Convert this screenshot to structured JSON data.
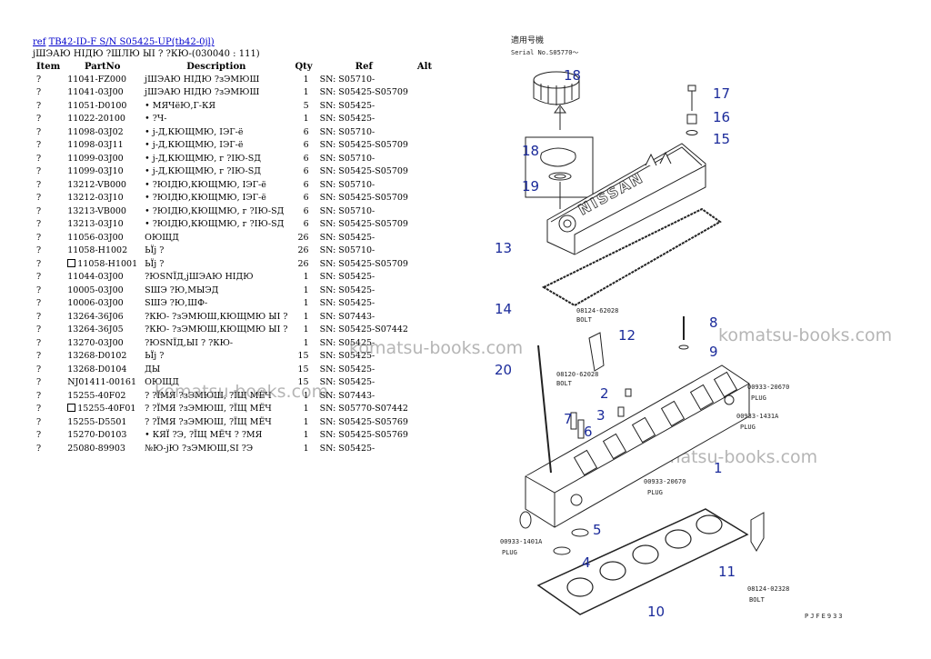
{
  "header": {
    "ref_link": "ref",
    "model_link": "TB42-ID-F S/N S05425-UP(tb42-0jl)",
    "subtitle": "jШЭАЮ НIДЮ ?ШЛЮ ЫI ? ?КЮ-(030040 : 111)"
  },
  "table": {
    "columns": [
      "Item",
      "PartNo",
      "Description",
      "Qty",
      "Ref",
      "Alt"
    ],
    "rows": [
      {
        "item": "?",
        "part": "11041-FZ000",
        "desc": "jШЭАЮ НIДЮ ?зЭМЮШ",
        "qty": "1",
        "ref": "SN: S05710-",
        "box": false
      },
      {
        "item": "?",
        "part": "11041-03J00",
        "desc": "jШЭАЮ НIДЮ ?зЭМЮШ",
        "qty": "1",
        "ref": "SN: S05425-S05709",
        "box": false
      },
      {
        "item": "?",
        "part": "11051-D0100",
        "desc": "• МЯЧёЮ,Г-КЯ",
        "qty": "5",
        "ref": "SN: S05425-",
        "box": false
      },
      {
        "item": "?",
        "part": "11022-20100",
        "desc": "• ?Ч-",
        "qty": "1",
        "ref": "SN: S05425-",
        "box": false
      },
      {
        "item": "?",
        "part": "11098-03J02",
        "desc": "• j-Д,КЮЩМЮ, IЭГ-ё",
        "qty": "6",
        "ref": "SN: S05710-",
        "box": false
      },
      {
        "item": "?",
        "part": "11098-03J11",
        "desc": "• j-Д,КЮЩМЮ, IЭГ-ё",
        "qty": "6",
        "ref": "SN: S05425-S05709",
        "box": false
      },
      {
        "item": "?",
        "part": "11099-03J00",
        "desc": "• j-Д,КЮЩМЮ, г ?IЮ-SД",
        "qty": "6",
        "ref": "SN: S05710-",
        "box": false
      },
      {
        "item": "?",
        "part": "11099-03J10",
        "desc": "• j-Д,КЮЩМЮ, г ?IЮ-SД",
        "qty": "6",
        "ref": "SN: S05425-S05709",
        "box": false
      },
      {
        "item": "?",
        "part": "13212-VB000",
        "desc": "• ?ЮIДЮ,КЮЩМЮ, IЭГ-ё",
        "qty": "6",
        "ref": "SN: S05710-",
        "box": false
      },
      {
        "item": "?",
        "part": "13212-03J10",
        "desc": "• ?ЮIДЮ,КЮЩМЮ, IЭГ-ё",
        "qty": "6",
        "ref": "SN: S05425-S05709",
        "box": false
      },
      {
        "item": "?",
        "part": "13213-VB000",
        "desc": "• ?ЮIДЮ,КЮЩМЮ, г ?IЮ-SД",
        "qty": "6",
        "ref": "SN: S05710-",
        "box": false
      },
      {
        "item": "?",
        "part": "13213-03J10",
        "desc": "• ?ЮIДЮ,КЮЩМЮ, г ?IЮ-SД",
        "qty": "6",
        "ref": "SN: S05425-S05709",
        "box": false
      },
      {
        "item": "?",
        "part": "11056-03J00",
        "desc": "ОЮЩД",
        "qty": "26",
        "ref": "SN: S05425-",
        "box": false
      },
      {
        "item": "?",
        "part": "11058-H1002",
        "desc": "ЬЇj ?",
        "qty": "26",
        "ref": "SN: S05710-",
        "box": false
      },
      {
        "item": "?",
        "part": "11058-H1001",
        "desc": "ЬЇj ?",
        "qty": "26",
        "ref": "SN: S05425-S05709",
        "box": true
      },
      {
        "item": "?",
        "part": "11044-03J00",
        "desc": "?ЮЅNЇД,jШЭАЮ НIДЮ",
        "qty": "1",
        "ref": "SN: S05425-",
        "box": false
      },
      {
        "item": "?",
        "part": "10005-03J00",
        "desc": "ЅШЭ ?Ю,МЫЭД",
        "qty": "1",
        "ref": "SN: S05425-",
        "box": false
      },
      {
        "item": "?",
        "part": "10006-03J00",
        "desc": "ЅШЭ ?Ю,ШФ-",
        "qty": "1",
        "ref": "SN: S05425-",
        "box": false
      },
      {
        "item": "?",
        "part": "13264-36J06",
        "desc": "?КЮ- ?зЭМЮШ,КЮЩМЮ ЫI ?",
        "qty": "1",
        "ref": "SN: S07443-",
        "box": false
      },
      {
        "item": "?",
        "part": "13264-36J05",
        "desc": "?КЮ- ?зЭМЮШ,КЮЩМЮ ЫI ?",
        "qty": "1",
        "ref": "SN: S05425-S07442",
        "box": false
      },
      {
        "item": "?",
        "part": "13270-03J00",
        "desc": "?ЮЅNЇД,ЫI ? ?КЮ-",
        "qty": "1",
        "ref": "SN: S05425-",
        "box": false
      },
      {
        "item": "?",
        "part": "13268-D0102",
        "desc": "ЬЇj ?",
        "qty": "15",
        "ref": "SN: S05425-",
        "box": false
      },
      {
        "item": "?",
        "part": "13268-D0104",
        "desc": "ДЫ",
        "qty": "15",
        "ref": "SN: S05425-",
        "box": false
      },
      {
        "item": "?",
        "part": "NJ01411-00161",
        "desc": "ОЮЩД",
        "qty": "15",
        "ref": "SN: S05425-",
        "box": false
      },
      {
        "item": "?",
        "part": "15255-40F02",
        "desc": "? ?ЇМЯ ?зЭМЮШ, ?ЇЩ МЁЧ",
        "qty": "1",
        "ref": "SN: S07443-",
        "box": false
      },
      {
        "item": "?",
        "part": "15255-40F01",
        "desc": "? ?ЇМЯ ?зЭМЮШ, ?ЇЩ МЁЧ",
        "qty": "1",
        "ref": "SN: S05770-S07442",
        "box": true
      },
      {
        "item": "?",
        "part": "15255-D5501",
        "desc": "? ?ЇМЯ ?зЭМЮШ, ?ЇЩ МЁЧ",
        "qty": "1",
        "ref": "SN: S05425-S05769",
        "box": false
      },
      {
        "item": "?",
        "part": "15270-D0103",
        "desc": "• КЯЇ ?Э, ?ЇЩ МЁЧ ? ?МЯ",
        "qty": "1",
        "ref": "SN: S05425-S05769",
        "box": false
      },
      {
        "item": "?",
        "part": "25080-89903",
        "desc": "№Ю-jЮ ?зЭМЮШ,ЅI ?Э",
        "qty": "1",
        "ref": "SN: S05425-",
        "box": false
      }
    ]
  },
  "watermarks": [
    "komatsu-books.com",
    "komatsu-books.com",
    "komatsu-books.com",
    "komatsu-books.com"
  ],
  "diagram": {
    "header_jp": "適用号機",
    "serial": "Serial No.S05770〜",
    "page_code": "PJFE933",
    "brand": "NISSAN",
    "callouts": [
      "18",
      "18",
      "19",
      "17",
      "16",
      "15",
      "13",
      "14",
      "12",
      "8",
      "9",
      "20",
      "2",
      "3",
      "7",
      "6",
      "1",
      "5",
      "4",
      "10",
      "11"
    ],
    "labels": {
      "bolt_a_no": "08124-62028",
      "bolt_a": "BOLT",
      "bolt_b_no": "08120-62028",
      "bolt_b": "BOLT",
      "plug_a_no": "00933-20670",
      "plug_a": "PLUG",
      "plug_b_no": "00933-1431A",
      "plug_b": "PLUG",
      "plug_c_no": "00933-20670",
      "plug_c": "PLUG",
      "plug_d_no": "00933-1401A",
      "plug_d": "PLUG",
      "bolt_c_no": "08124-02328",
      "bolt_c": "BOLT"
    }
  }
}
